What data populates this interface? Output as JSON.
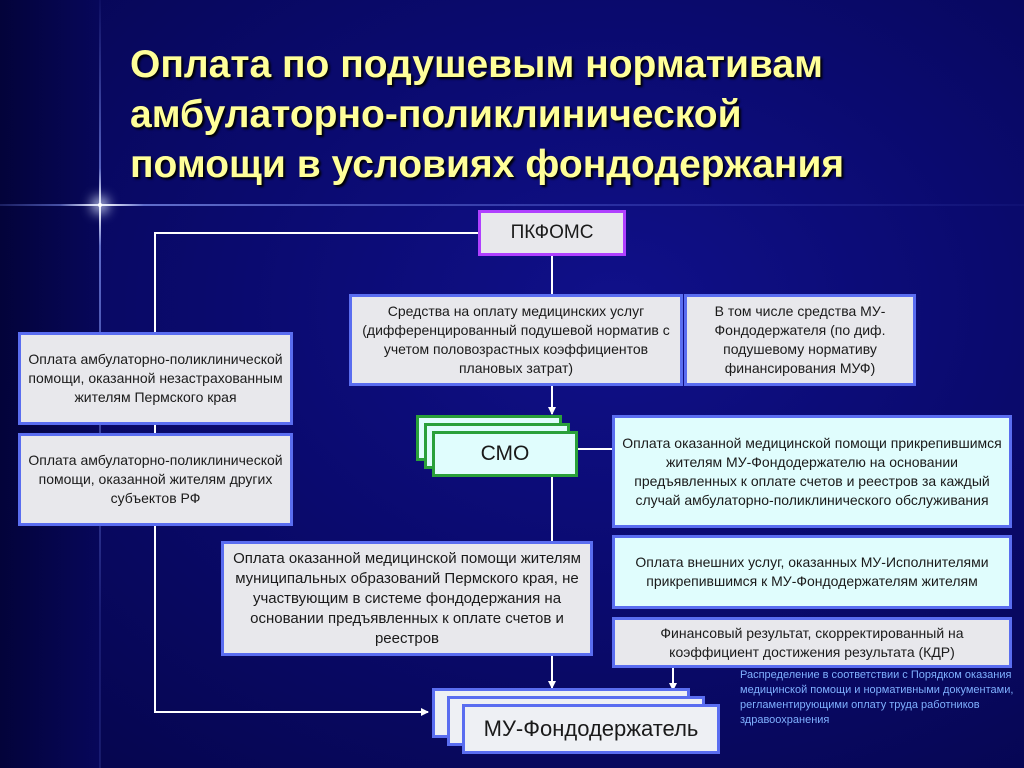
{
  "title": "Оплата по подушевым нормативам\nамбулаторно-поликлинической\nпомощи в условиях фондодержания",
  "nodes": {
    "pkfoms": "ПКФОМС",
    "funds": "Средства на оплату медицинских услуг (дифференцированный подушевой норматив с учетом половозрастных коэффициентов плановых затрат)",
    "including": "В том числе средства МУ-Фондодержателя (по диф. подушевому нормативу финансирования МУФ)",
    "left_uninsured": "Оплата амбулаторно-поликлинической помощи, оказанной незастрахованным жителям Пермского края",
    "left_other_regions": "Оплата амбулаторно-поликлинической помощи, оказанной жителям других субъектов РФ",
    "smo": "СМО",
    "right_attached": "Оплата оказанной медицинской помощи прикрепившимся жителям МУ-Фондодержателю на основании предъявленных к оплате счетов и реестров за каждый случай амбулаторно-поликлинического обслуживания",
    "right_external": "Оплата внешних услуг, оказанных МУ-Исполнителями прикрепившимся к МУ-Фондодержателям жителям",
    "right_financial": "Финансовый результат, скорректированный на коэффициент достижения результата (КДР)",
    "center_municipal": "Оплата оказанной медицинской помощи жителям муниципальных образований Пермского края, не участвующим в системе фондодержания на основании предъявленных к оплате счетов и реестров",
    "mu": "МУ-Фондодержатель"
  },
  "note": "Распределение в соответствии с Порядком оказания медицинской помощи и нормативными документами, регламентирующими оплату труда работников здравоохранения",
  "colors": {
    "background": "#0a0a6e",
    "title": "#ffff99",
    "box_border": "#5a6df0",
    "pkfoms_border": "#b040ff",
    "smo_border": "#2aa03a",
    "note": "#7fb0ff"
  }
}
